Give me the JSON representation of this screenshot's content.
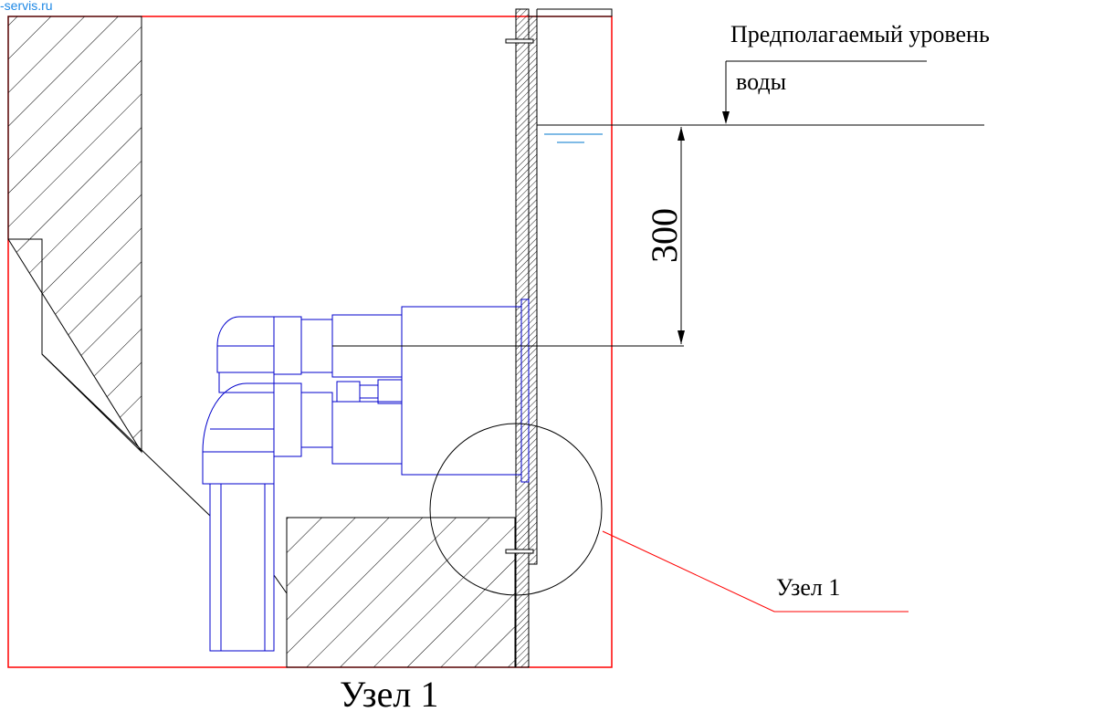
{
  "watermark": "-servis.ru",
  "water_level_label": {
    "line1": "Предполагаемый уровень",
    "line2": "воды"
  },
  "dimension_label": "300",
  "callout_label": "Узел 1",
  "caption": "Узел 1",
  "colors": {
    "outline": "#ff0000",
    "equipment": "#0000cc",
    "water": "#0077cc",
    "ink": "#000000",
    "watermark": "#1e88e5"
  }
}
